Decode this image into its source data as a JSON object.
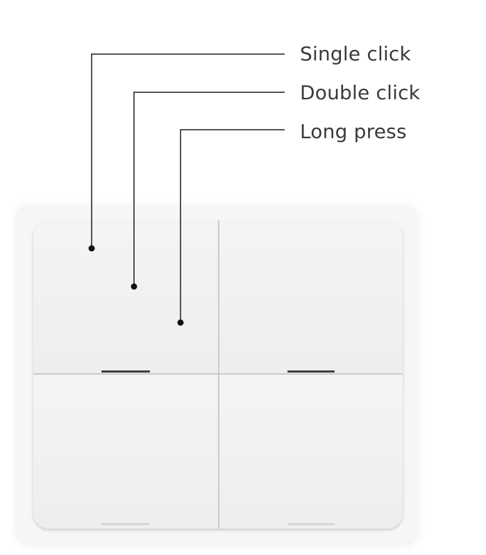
{
  "callouts": [
    {
      "id": "single",
      "label": "Single click"
    },
    {
      "id": "double",
      "label": "Double click"
    },
    {
      "id": "long",
      "label": "Long press"
    }
  ],
  "switch": {
    "keys": 4,
    "colors": {
      "plate": "#f1f1f1",
      "divider": "#c9c9c9",
      "indicator": "#3c3c3c",
      "leader_line": "#1a1a1a",
      "label_text": "#3a3a3a"
    }
  }
}
